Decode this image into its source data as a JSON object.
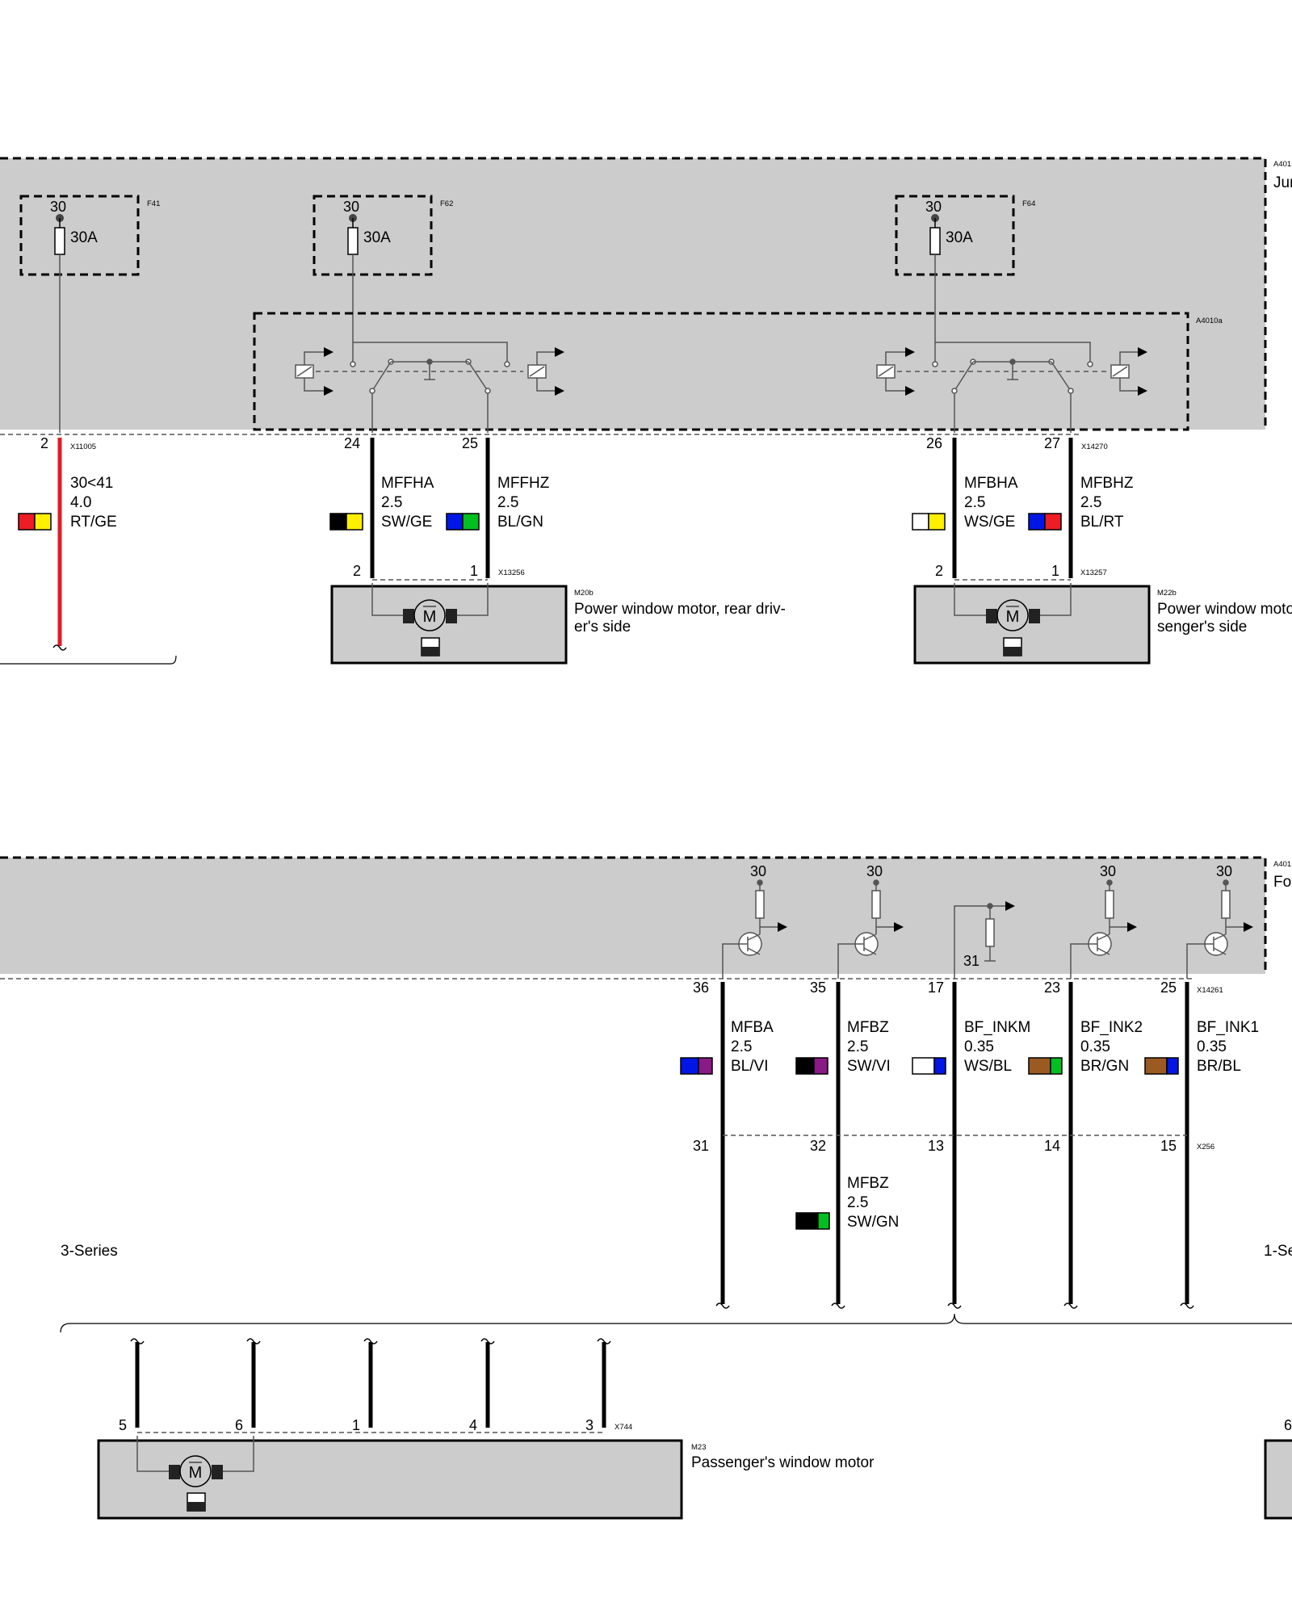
{
  "colors": {
    "background": "#ffffff",
    "module_fill": "#cccccc",
    "wire": "#000000",
    "wire_power_red": "#e31b23",
    "RT": "#ee1c25",
    "GE": "#ffef00",
    "SW": "#000000",
    "BL": "#0016e6",
    "GN": "#00bf20",
    "WS": "#ffffff",
    "VI": "#8a1a85",
    "BR": "#9b5a22"
  },
  "top": {
    "module_id": "A401",
    "module_name": "Jun",
    "inner_module_id": "A4010a",
    "fuses": [
      {
        "id": "F41",
        "terminal": "30",
        "rating": "30A"
      },
      {
        "id": "F62",
        "terminal": "30",
        "rating": "30A"
      },
      {
        "id": "F64",
        "terminal": "30",
        "rating": "30A"
      }
    ],
    "connectors": {
      "left": "X11005",
      "middle": "X14270",
      "motor_rear": "X13256",
      "motor_pass": "X13257"
    },
    "wires": [
      {
        "pin": "2",
        "name": "30<41",
        "size": "4.0",
        "color": "RT/GE",
        "colors": [
          "RT",
          "GE"
        ]
      },
      {
        "pin": "24",
        "name": "MFFHA",
        "size": "2.5",
        "color": "SW/GE",
        "colors": [
          "SW",
          "GE"
        ],
        "motor_pin": "2"
      },
      {
        "pin": "25",
        "name": "MFFHZ",
        "size": "2.5",
        "color": "BL/GN",
        "colors": [
          "BL",
          "GN"
        ],
        "motor_pin": "1"
      },
      {
        "pin": "26",
        "name": "MFBHA",
        "size": "2.5",
        "color": "WS/GE",
        "colors": [
          "WS",
          "GE"
        ],
        "motor_pin": "2"
      },
      {
        "pin": "27",
        "name": "MFBHZ",
        "size": "2.5",
        "color": "BL/RT",
        "colors": [
          "BL",
          "RT"
        ],
        "motor_pin": "1"
      }
    ],
    "motors": [
      {
        "id": "M20b",
        "desc_line1": "Power window motor, rear driv-",
        "desc_line2": "er's side",
        "motor_symbol": "M"
      },
      {
        "id": "M22b",
        "desc_line1": "Power window moto",
        "desc_line2": "senger's side",
        "motor_symbol": "M"
      }
    ]
  },
  "bottom": {
    "module_id": "A401",
    "module_name": "Fo",
    "connector_module": "X14261",
    "connector_mid": "X256",
    "connector_motor": "X744",
    "term30": "30",
    "term31": "31",
    "wires": [
      {
        "pin": "36",
        "name": "MFBA",
        "size": "2.5",
        "color": "BL/VI",
        "colors": [
          "BL",
          "VI"
        ],
        "pin2": "31"
      },
      {
        "pin": "35",
        "name": "MFBZ",
        "size": "2.5",
        "color": "SW/VI",
        "colors": [
          "SW",
          "VI"
        ],
        "pin2": "32"
      },
      {
        "pin": "17",
        "name": "BF_INKM",
        "size": "0.35",
        "color": "WS/BL",
        "colors": [
          "WS",
          "BL"
        ],
        "pin2": "13"
      },
      {
        "pin": "23",
        "name": "BF_INK2",
        "size": "0.35",
        "color": "BR/GN",
        "colors": [
          "BR",
          "GN"
        ],
        "pin2": "14"
      },
      {
        "pin": "25",
        "name": "BF_INK1",
        "size": "0.35",
        "color": "BR/BL",
        "colors": [
          "BR",
          "BL"
        ],
        "pin2": "15"
      }
    ],
    "extra_wire": {
      "name": "MFBZ",
      "size": "2.5",
      "color": "SW/GN",
      "colors": [
        "SW",
        "GN"
      ]
    },
    "variant_left": "3-Series",
    "variant_right": "1-Se",
    "motor_pins": [
      "5",
      "6",
      "1",
      "4",
      "3"
    ],
    "motor_pin_right": "6",
    "motor": {
      "id": "M23",
      "desc": "Passenger's window motor",
      "motor_symbol": "M"
    }
  }
}
